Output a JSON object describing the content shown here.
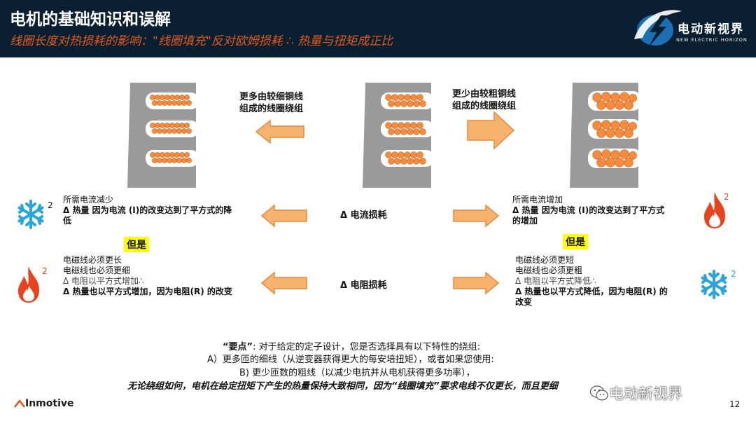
{
  "header": {
    "title": "电机的基础知识和误解",
    "subtitle": "线圈长度对热损耗的影响：\"线圈填充\"反对欧姆损耗 ∴ 热量与扭矩成正比",
    "logo_text": "电动新视界",
    "logo_tagline": "NEW ELECTRIC HORIZON"
  },
  "top": {
    "left_label": [
      "更多由较细铜线",
      "组成的线圈绕组"
    ],
    "right_label": [
      "更少由较粗铜线",
      "组成的线圈绕组"
    ]
  },
  "current_row": {
    "center_label": "Δ 电流损耗",
    "left_lines": [
      "所需电流减少",
      "Δ 热量 因为电流 (I)的改变达到了平方式的降",
      "低"
    ],
    "right_lines": [
      "所需电流增加",
      "Δ 热量 因为电流 (I)的改变达到了平方式",
      "的增加"
    ],
    "left_icon_sup": "2",
    "right_icon_sup": "2"
  },
  "but_label": "但是",
  "resistance_row": {
    "center_label": "Δ 电阻损耗",
    "left_lines": [
      "电磁线必须更长",
      "电磁线也必须更细",
      "Δ 电阻以平方式增加∴",
      "Δ 热量也以平方式增加，因为电阻(R) 的改变"
    ],
    "right_lines": [
      "电磁线必须更短",
      "电磁线也必须更粗",
      "Δ 电阻以平方式降低∴",
      "Δ 热量也以平方式降低，因为电阻(R) 的",
      "改变"
    ],
    "left_icon_sup": "2",
    "right_icon_sup": "2"
  },
  "key_points": {
    "intro_bold": "“要点”",
    "intro_rest": ": 对于给定的定子设计，您是否选择具有以下特性的绕组:",
    "a": "A）更多匝的细线（从逆变器获得更大的每安培扭矩），或者如果您使用:",
    "b": "B) 更少匝数的粗线（以减少电抗并从电机获得更多功率），",
    "conclusion": "无论绕组如何，电机在给定扭矩下产生的热量保持大致相同，因为“线圈填充”要求电线不仅更长，而且更细"
  },
  "footer": {
    "brand": "Inmotive",
    "watermark": "电动新视界",
    "page": "12"
  },
  "colors": {
    "header_bg": "#0b1f33",
    "accent_orange": "#e05a16",
    "arrow_fill": "#f7b26e",
    "arrow_stroke": "#e8893a",
    "copper": "#f58b3c",
    "snow_blue": "#2aa4dc",
    "fire_red": "#e8431c",
    "highlight": "#ffff00"
  },
  "icons": [
    "lightning-logo-icon",
    "snowflake-icon",
    "fire-icon",
    "arrow-left-icon",
    "arrow-right-icon",
    "stator-slot-icon"
  ]
}
